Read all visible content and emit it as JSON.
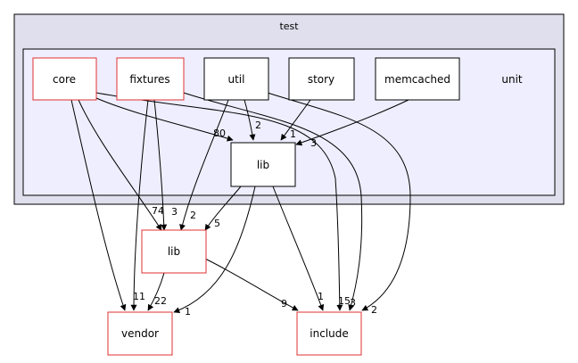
{
  "clusters": {
    "outer": {
      "label": "test",
      "fill": "#dfdfed",
      "stroke": "#000000"
    },
    "inner": {
      "label": "unit",
      "fill": "#eeeeff",
      "stroke": "#000000"
    }
  },
  "nodes": {
    "core": {
      "label": "core",
      "border": "#e03030"
    },
    "fixtures": {
      "label": "fixtures",
      "border": "#e03030"
    },
    "util": {
      "label": "util",
      "border": "#000000"
    },
    "story": {
      "label": "story",
      "border": "#000000"
    },
    "memcached": {
      "label": "memcached",
      "border": "#000000"
    },
    "test_lib": {
      "label": "lib",
      "border": "#000000"
    },
    "lib": {
      "label": "lib",
      "border": "#e03030"
    },
    "vendor": {
      "label": "vendor",
      "border": "#e03030"
    },
    "include": {
      "label": "include",
      "border": "#e03030"
    }
  },
  "edges": {
    "core_to_test_lib": {
      "from": "core",
      "to": "lib",
      "count": "80"
    },
    "util_to_test_lib": {
      "from": "util",
      "to": "lib",
      "count": "2"
    },
    "story_to_test_lib": {
      "from": "story",
      "to": "lib",
      "count": "1"
    },
    "memcached_to_test_lib": {
      "from": "memcached",
      "to": "lib",
      "count": "3"
    },
    "core_to_lib": {
      "from": "core",
      "to": "lib",
      "count": "74"
    },
    "fixtures_to_lib": {
      "from": "fixtures",
      "to": "lib",
      "count": "3"
    },
    "util_to_lib": {
      "from": "util",
      "to": "lib",
      "count": "2"
    },
    "test_lib_to_lib": {
      "from": "lib",
      "to": "lib",
      "count": "5"
    },
    "fixtures_to_vendor": {
      "from": "fixtures",
      "to": "vendor",
      "count": "11"
    },
    "lib_to_vendor": {
      "from": "lib",
      "to": "vendor",
      "count": "22"
    },
    "test_lib_to_vendor": {
      "from": "lib",
      "to": "vendor",
      "count": "1"
    },
    "lib_to_include": {
      "from": "lib",
      "to": "include",
      "count": "9"
    },
    "test_lib_to_include": {
      "from": "lib",
      "to": "include",
      "count": "1"
    },
    "core_to_include": {
      "from": "core",
      "to": "include",
      "count": "15"
    },
    "fixtures_to_include": {
      "from": "fixtures",
      "to": "include",
      "count": "3"
    },
    "util_to_include": {
      "from": "util",
      "to": "include",
      "count": "2"
    }
  }
}
